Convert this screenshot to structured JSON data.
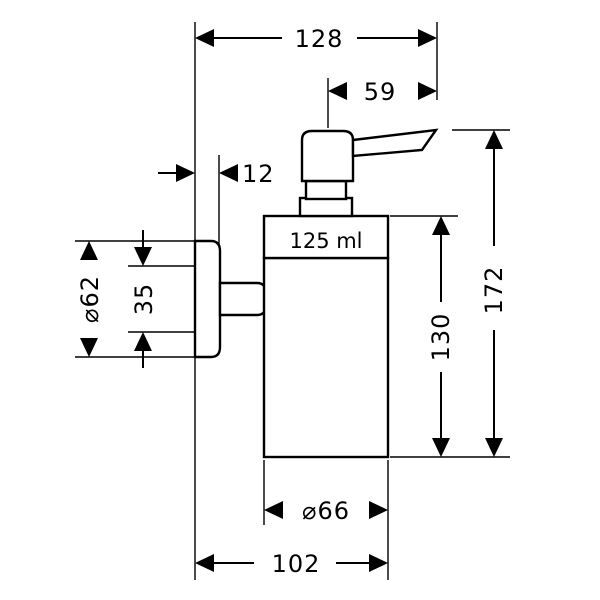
{
  "dimensions": {
    "overall_width": "128",
    "lever_width": "59",
    "wall_offset": "12",
    "flange_diameter": "⌀62",
    "mount_height": "35",
    "bottle_height": "130",
    "total_height": "172",
    "bottle_diameter": "⌀66",
    "projection": "102"
  },
  "bottle_label": "125 ml"
}
